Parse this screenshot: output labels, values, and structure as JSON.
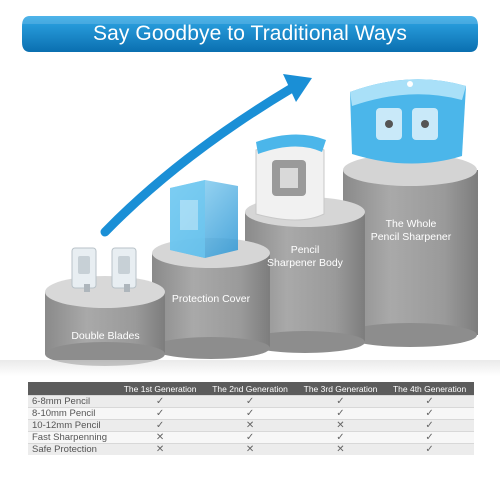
{
  "banner": {
    "title": "Say Goodbye to Traditional Ways"
  },
  "steps": [
    {
      "label_lines": [
        "Double Blades"
      ]
    },
    {
      "label_lines": [
        "Protection Cover"
      ]
    },
    {
      "label_lines": [
        "Pencil",
        "Sharpener Body"
      ]
    },
    {
      "label_lines": [
        "The Whole",
        "Pencil Sharpener"
      ]
    }
  ],
  "table": {
    "headers": [
      "The 1st Generation",
      "The 2nd Generation",
      "The 3rd Generation",
      "The 4th Generation"
    ],
    "rows": [
      {
        "feature": "6-8mm Pencil",
        "marks": [
          "✓",
          "✓",
          "✓",
          "✓"
        ]
      },
      {
        "feature": "8-10mm Pencil",
        "marks": [
          "✓",
          "✓",
          "✓",
          "✓"
        ]
      },
      {
        "feature": "10-12mm Pencil",
        "marks": [
          "✓",
          "✕",
          "✕",
          "✓"
        ]
      },
      {
        "feature": "Fast Sharpenning",
        "marks": [
          "✕",
          "✓",
          "✓",
          "✓"
        ]
      },
      {
        "feature": "Safe Protection",
        "marks": [
          "✕",
          "✕",
          "✕",
          "✓"
        ]
      }
    ]
  },
  "colors": {
    "banner_dark": "#0a6fb0",
    "banner_light": "#2fa7e6",
    "arrow": "#1a8fd6",
    "step_gray": "#9e9e9e",
    "step_top": "#d4d4d4",
    "product_blue": "#4bb6ea"
  }
}
